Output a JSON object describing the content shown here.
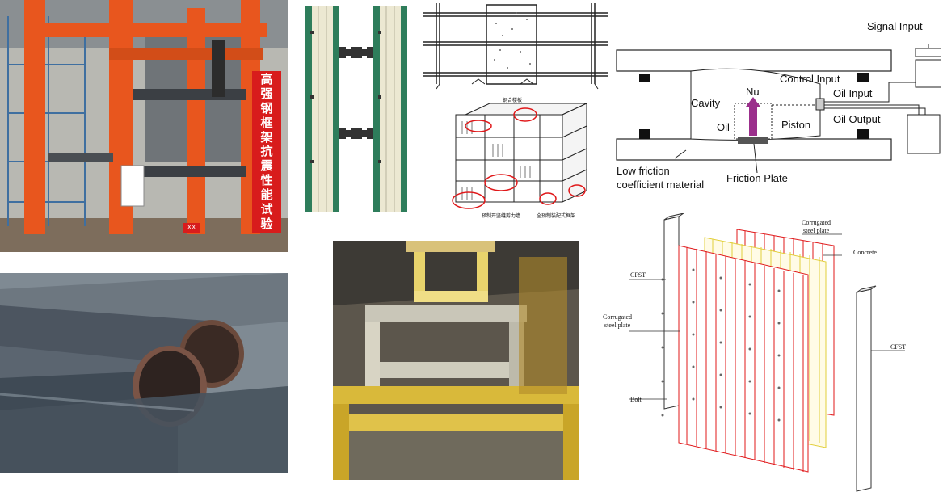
{
  "photo_test_rig": {
    "banner_chars": [
      "高",
      "强",
      "钢",
      "框",
      "架",
      "抗",
      "震",
      "性",
      "能",
      "试",
      "验"
    ],
    "tag_text": "XX"
  },
  "diagram_frame_3d": {
    "top_label": "钢合楼板",
    "bottom_left_label": "预制开竖缝剪力墙",
    "bottom_right_label": "全预制装配式框架"
  },
  "diagram_isolator": {
    "signal_input": "Signal Input",
    "control_input": "Control Input",
    "oil_input": "Oil Input",
    "oil_output": "Oil Output",
    "cavity": "Cavity",
    "nu": "Nu",
    "oil": "Oil",
    "piston": "Piston",
    "friction_plate": "Friction Plate",
    "low_friction_1": "Low friction",
    "low_friction_2": "coefficient material"
  },
  "diagram_wall": {
    "corrugated_top_1": "Corrugated",
    "corrugated_top_2": "steel plate",
    "concrete": "Concrete",
    "cfst_left": "CFST",
    "corrugated_left_1": "Corrugated",
    "corrugated_left_2": "steel plate",
    "bolt": "Bolt",
    "cfst_right": "CFST"
  }
}
